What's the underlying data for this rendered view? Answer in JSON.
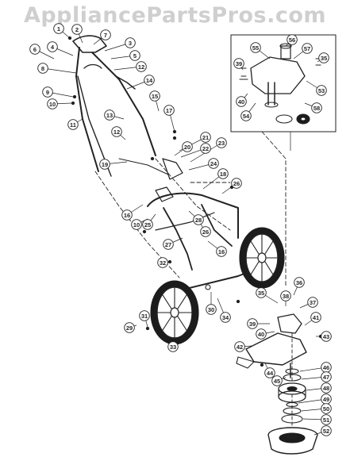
{
  "watermark": "AppliancePartsPros.com",
  "colors": {
    "line": "#222222",
    "callout_fill": "#ffffff",
    "watermark": "#cfcfcf",
    "tire": "#1c1c1c"
  },
  "callouts": [
    "1",
    "2",
    "3",
    "4",
    "5",
    "6",
    "7",
    "8",
    "9",
    "10",
    "11",
    "12",
    "13",
    "14",
    "15",
    "16",
    "17",
    "18",
    "19",
    "20",
    "21",
    "22",
    "23",
    "24",
    "25",
    "26",
    "27",
    "28",
    "29",
    "30",
    "31",
    "32",
    "33",
    "34",
    "35",
    "36",
    "37",
    "38",
    "39",
    "40",
    "41",
    "42",
    "43",
    "44",
    "45",
    "46",
    "47",
    "48",
    "49",
    "50",
    "51",
    "52",
    "53",
    "54",
    "55",
    "56",
    "57",
    "58"
  ]
}
